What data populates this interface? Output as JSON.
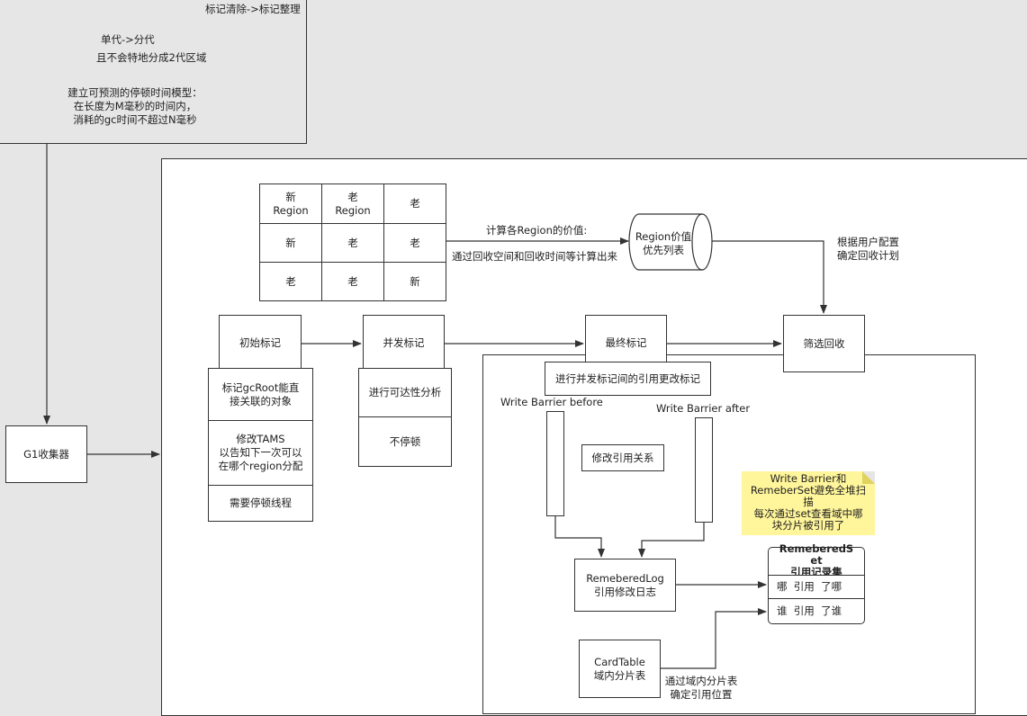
{
  "top_notes": {
    "line1": "标记清除->标记整理",
    "line2": "单代->分代",
    "line3": "且不会特地分成2代区域",
    "line4": "建立可预测的停顿时间模型：",
    "line5": "在长度为M毫秒的时间内，",
    "line6": "消耗的gc时间不超过N毫秒"
  },
  "g1": {
    "label": "G1收集器"
  },
  "grid": {
    "rows": [
      [
        "新\nRegion",
        "老\nRegion",
        "老"
      ],
      [
        "新",
        "老",
        "老"
      ],
      [
        "老",
        "老",
        "新"
      ]
    ]
  },
  "value_calc": {
    "title": "计算各Region的价值:",
    "desc": "通过回收空间和回收时间等计算出来"
  },
  "priority_list": {
    "label": "Region价值\n优先列表"
  },
  "plan_note": {
    "text": "根据用户配置\n确定回收计划"
  },
  "phases": {
    "initial_mark": "初始标记",
    "concurrent_mark": "并发标记",
    "final_mark": "最终标记",
    "cleanup": "筛选回收"
  },
  "initial_details": {
    "d1": "标记gcRoot能直\n接关联的对象",
    "d2": "修改TAMS\n以告知下一次可以\n在哪个region分配",
    "d3": "需要停顿线程"
  },
  "concurrent_details": {
    "d1": "进行可达性分析",
    "d2": "不停顿"
  },
  "final_detail": "进行并发标记间的引用更改标记",
  "write_barrier": {
    "before": "Write Barrier before",
    "after": "Write Barrier after",
    "modify": "修改引用关系"
  },
  "sticky": "Write Barrier和\nRemeberSet避免全堆扫\n描\n每次通过set查看域中哪\n块分片被引用了",
  "remembered_log": "RemeberedLog\n引用修改日志",
  "remembered_set": {
    "title": "RemeberedS\net\n引用记录集",
    "row1": "哪  引用  了哪",
    "row2": "谁  引用  了谁"
  },
  "card_table": {
    "label": "CardTable\n域内分片表",
    "note": "通过域内分片表\n确定引用位置"
  },
  "colors": {
    "background": "#e6e6e6",
    "line": "#333333",
    "note": "#fff59a"
  }
}
